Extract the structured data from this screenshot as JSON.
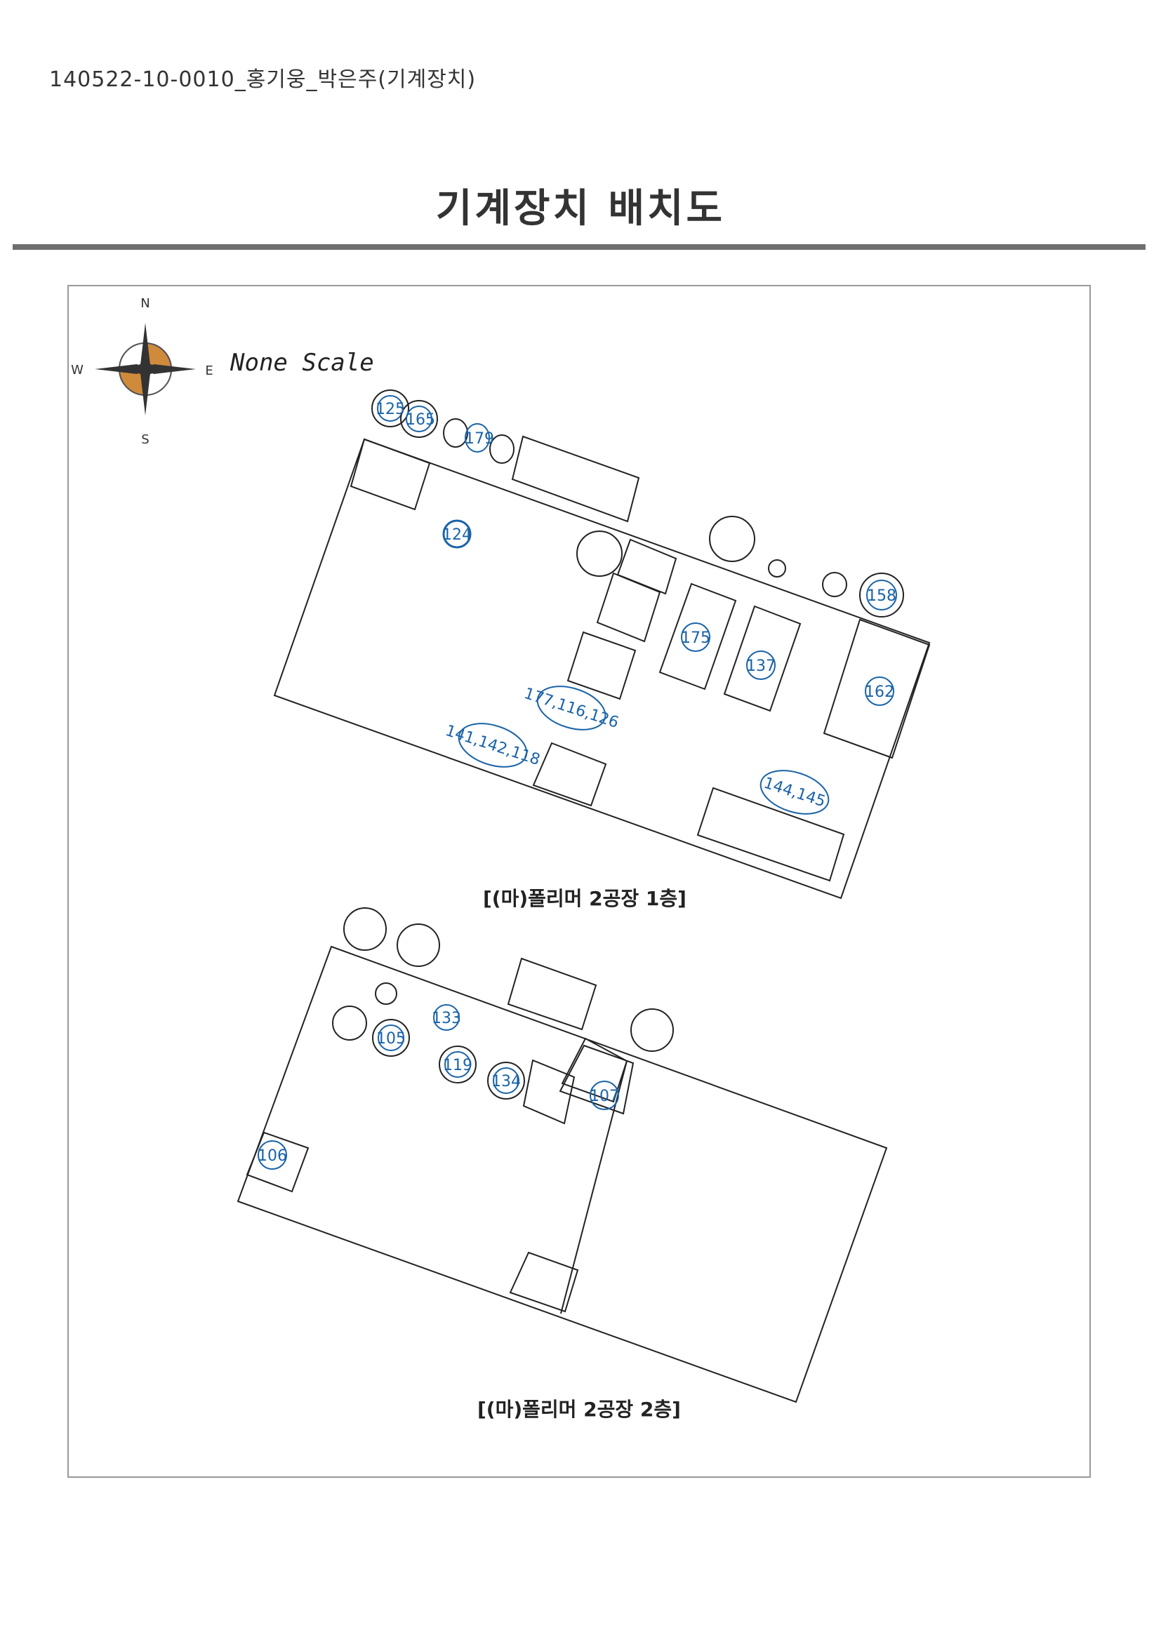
{
  "header": {
    "doc_id": "140522-10-0010_홍기웅_박은주(기계장치)",
    "title": "기계장치 배치도"
  },
  "compass": {
    "n": "N",
    "s": "S",
    "e": "E",
    "w": "W"
  },
  "scale_note": "None Scale",
  "floor1": {
    "caption": "[(마)폴리머 2공장 1층]",
    "labels": {
      "l125": "125",
      "l165": "165",
      "l179": "179",
      "l124": "124",
      "l158": "158",
      "l175": "175",
      "l137": "137",
      "l162": "162",
      "l177": "177,116,126",
      "l141": "141,142,118",
      "l144": "144,145"
    }
  },
  "floor2": {
    "caption": "[(마)폴리머 2공장 2층]",
    "labels": {
      "l133": "133",
      "l105": "105",
      "l119": "119",
      "l134": "134",
      "l107": "107",
      "l106": "106"
    }
  },
  "colors": {
    "label": "#1a63a8",
    "compass_fill": "#d08a3c",
    "line": "#222222"
  }
}
